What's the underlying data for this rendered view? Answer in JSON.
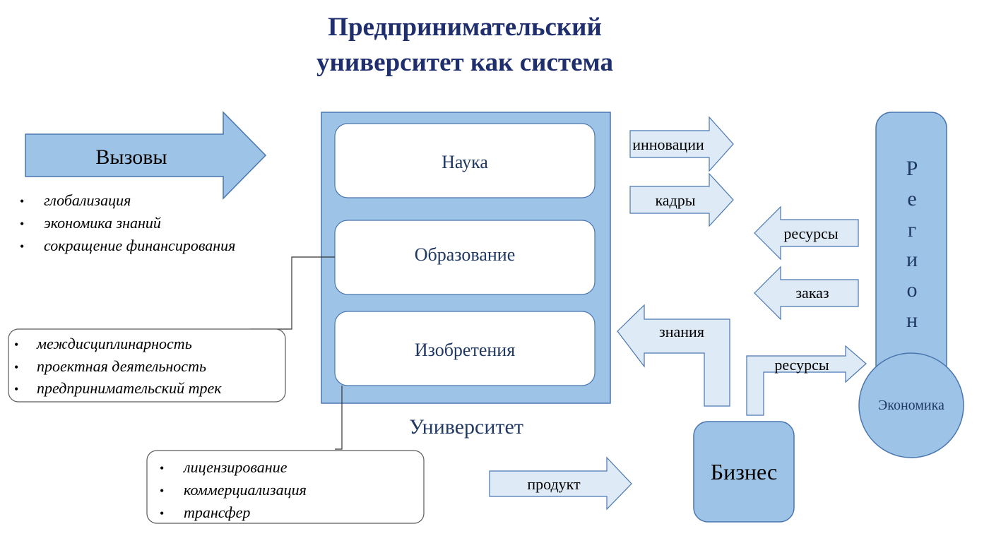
{
  "title": {
    "line1": "Предпринимательский",
    "line2": "университет как система"
  },
  "challenges": {
    "label": "Вызовы",
    "items": [
      "глобализация",
      "экономика знаний",
      "сокращение финансирования"
    ]
  },
  "university": {
    "label": "Университет",
    "blocks": [
      "Наука",
      "Образование",
      "Изобретения"
    ]
  },
  "education_notes": [
    "междисциплинарность",
    "проектная деятельность",
    "предпринимательский трек"
  ],
  "invention_notes": [
    "лицензирование",
    "коммерциализация",
    "трансфер"
  ],
  "flows": {
    "innovations": "инновации",
    "personnel": "кадры",
    "region_resources": "ресурсы",
    "order": "заказ",
    "knowledge": "знания",
    "business_resources": "ресурсы",
    "product": "продукт"
  },
  "region": {
    "letters": [
      "Р",
      "е",
      "г",
      "и",
      "о",
      "н"
    ],
    "economy": "Экономика"
  },
  "business": {
    "label": "Бизнес"
  },
  "colors": {
    "title": "#1f2f6e",
    "fill_main": "#9dc3e6",
    "fill_light": "#deebf7",
    "stroke": "#4a76b0",
    "text_blue": "#1f3864",
    "text_dark": "#000000"
  }
}
